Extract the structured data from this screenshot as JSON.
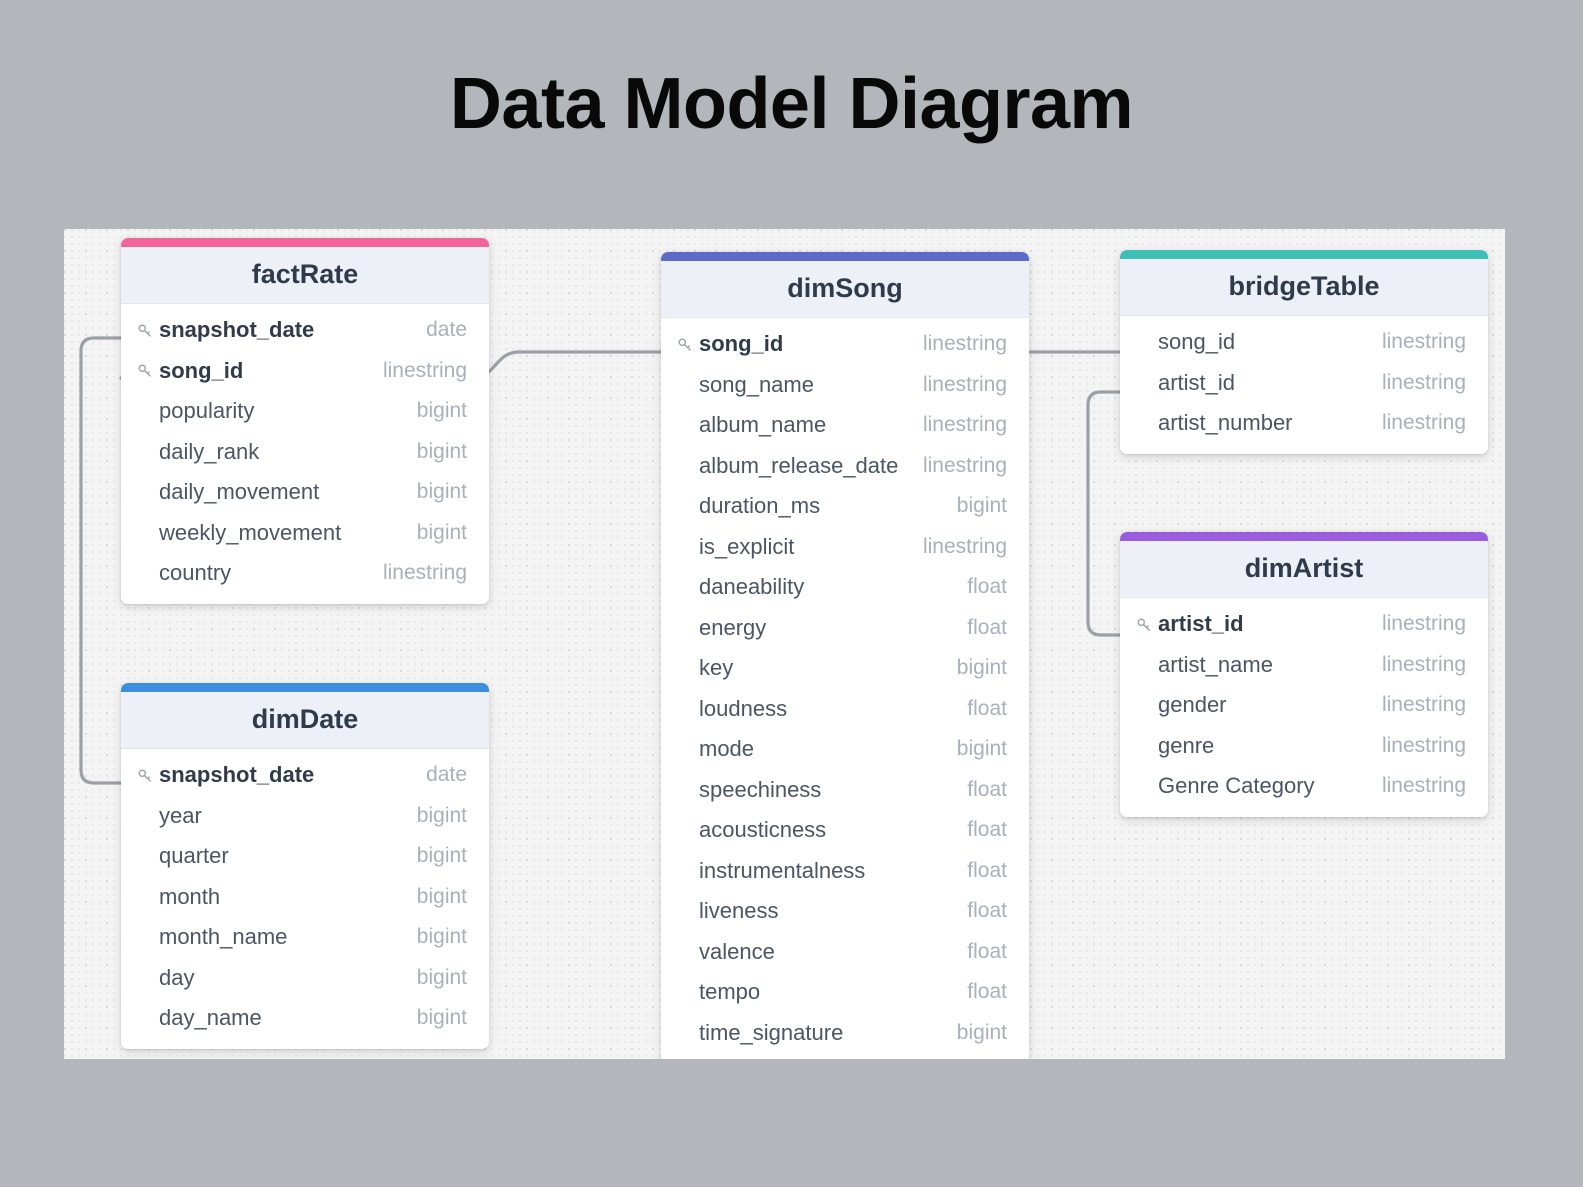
{
  "title": "Data Model Diagram",
  "canvas": {
    "background_color": "#f4f4f4",
    "page_background_color": "#b3b7bb",
    "dot_grid": "on"
  },
  "type_labels": {
    "date": "date",
    "linestring": "linestring",
    "bigint": "bigint",
    "float": "float"
  },
  "icons": {
    "primary_key": "key-icon"
  },
  "tables": [
    {
      "id": "factRate",
      "name": "factRate",
      "accent_color": "#f2659a",
      "fields": [
        {
          "name": "snapshot_date",
          "type": "date",
          "pk": true
        },
        {
          "name": "song_id",
          "type": "linestring",
          "pk": true
        },
        {
          "name": "popularity",
          "type": "bigint",
          "pk": false
        },
        {
          "name": "daily_rank",
          "type": "bigint",
          "pk": false
        },
        {
          "name": "daily_movement",
          "type": "bigint",
          "pk": false
        },
        {
          "name": "weekly_movement",
          "type": "bigint",
          "pk": false
        },
        {
          "name": "country",
          "type": "linestring",
          "pk": false
        }
      ]
    },
    {
      "id": "dimDate",
      "name": "dimDate",
      "accent_color": "#3c8fdc",
      "fields": [
        {
          "name": "snapshot_date",
          "type": "date",
          "pk": true
        },
        {
          "name": "year",
          "type": "bigint",
          "pk": false
        },
        {
          "name": "quarter",
          "type": "bigint",
          "pk": false
        },
        {
          "name": "month",
          "type": "bigint",
          "pk": false
        },
        {
          "name": "month_name",
          "type": "bigint",
          "pk": false
        },
        {
          "name": "day",
          "type": "bigint",
          "pk": false
        },
        {
          "name": "day_name",
          "type": "bigint",
          "pk": false
        }
      ]
    },
    {
      "id": "dimSong",
      "name": "dimSong",
      "accent_color": "#5c6bc8",
      "fields": [
        {
          "name": "song_id",
          "type": "linestring",
          "pk": true
        },
        {
          "name": "song_name",
          "type": "linestring",
          "pk": false
        },
        {
          "name": "album_name",
          "type": "linestring",
          "pk": false
        },
        {
          "name": "album_release_date",
          "type": "linestring",
          "pk": false
        },
        {
          "name": "duration_ms",
          "type": "bigint",
          "pk": false
        },
        {
          "name": "is_explicit",
          "type": "linestring",
          "pk": false
        },
        {
          "name": "daneability",
          "type": "float",
          "pk": false
        },
        {
          "name": "energy",
          "type": "float",
          "pk": false
        },
        {
          "name": "key",
          "type": "bigint",
          "pk": false
        },
        {
          "name": "loudness",
          "type": "float",
          "pk": false
        },
        {
          "name": "mode",
          "type": "bigint",
          "pk": false
        },
        {
          "name": "speechiness",
          "type": "float",
          "pk": false
        },
        {
          "name": "acousticness",
          "type": "float",
          "pk": false
        },
        {
          "name": "instrumentalness",
          "type": "float",
          "pk": false
        },
        {
          "name": "liveness",
          "type": "float",
          "pk": false
        },
        {
          "name": "valence",
          "type": "float",
          "pk": false
        },
        {
          "name": "tempo",
          "type": "float",
          "pk": false
        },
        {
          "name": "time_signature",
          "type": "bigint",
          "pk": false
        }
      ]
    },
    {
      "id": "bridgeTable",
      "name": "bridgeTable",
      "accent_color": "#3fc0b6",
      "fields": [
        {
          "name": "song_id",
          "type": "linestring",
          "pk": false
        },
        {
          "name": "artist_id",
          "type": "linestring",
          "pk": false
        },
        {
          "name": "artist_number",
          "type": "linestring",
          "pk": false
        }
      ]
    },
    {
      "id": "dimArtist",
      "name": "dimArtist",
      "accent_color": "#9b5de0",
      "fields": [
        {
          "name": "artist_id",
          "type": "linestring",
          "pk": true
        },
        {
          "name": "artist_name",
          "type": "linestring",
          "pk": false
        },
        {
          "name": "gender",
          "type": "linestring",
          "pk": false
        },
        {
          "name": "genre",
          "type": "linestring",
          "pk": false
        },
        {
          "name": "Genre Category",
          "type": "linestring",
          "pk": false
        }
      ]
    }
  ],
  "relationships": [
    {
      "from": "factRate.snapshot_date",
      "to": "dimDate.snapshot_date"
    },
    {
      "from": "factRate.song_id",
      "to": "dimSong.song_id"
    },
    {
      "from": "dimSong.song_id",
      "to": "bridgeTable.song_id"
    },
    {
      "from": "bridgeTable.artist_id",
      "to": "dimArtist.artist_id"
    }
  ]
}
